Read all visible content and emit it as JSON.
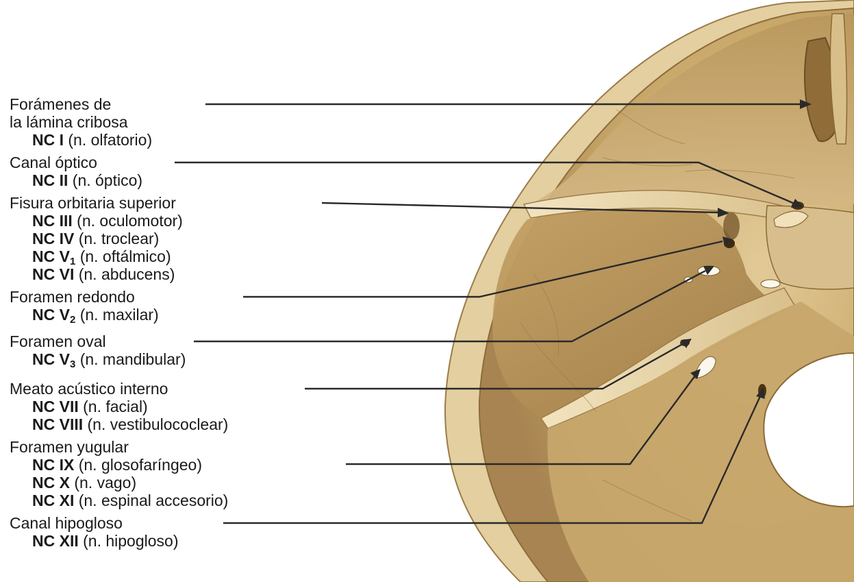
{
  "labels": {
    "cribriform": {
      "title_1": "Forámenes de",
      "title_2": "la lámina cribosa",
      "nerves": [
        {
          "cn": "NC I",
          "sub": "",
          "name": "(n. olfatorio)"
        }
      ]
    },
    "optic": {
      "title": "Canal óptico",
      "nerves": [
        {
          "cn": "NC II",
          "sub": "",
          "name": "(n. óptico)"
        }
      ]
    },
    "sof": {
      "title": "Fisura orbitaria superior",
      "nerves": [
        {
          "cn": "NC III",
          "sub": "",
          "name": "(n. oculomotor)"
        },
        {
          "cn": "NC IV",
          "sub": "",
          "name": "(n. troclear)"
        },
        {
          "cn": "NC V",
          "sub": "1",
          "name": "(n. oftálmico)"
        },
        {
          "cn": "NC VI",
          "sub": "",
          "name": "(n. abducens)"
        }
      ]
    },
    "rotundum": {
      "title": "Foramen redondo",
      "nerves": [
        {
          "cn": "NC V",
          "sub": "2",
          "name": "(n. maxilar)"
        }
      ]
    },
    "ovale": {
      "title": "Foramen oval",
      "nerves": [
        {
          "cn": "NC V",
          "sub": "3",
          "name": "(n. mandibular)"
        }
      ]
    },
    "iam": {
      "title": "Meato acústico interno",
      "nerves": [
        {
          "cn": "NC VII",
          "sub": "",
          "name": "(n. facial)"
        },
        {
          "cn": "NC VIII",
          "sub": "",
          "name": "(n. vestibulococlear)"
        }
      ]
    },
    "jugular": {
      "title": "Foramen yugular",
      "nerves": [
        {
          "cn": "NC IX",
          "sub": "",
          "name": "(n. glosofaríngeo)"
        },
        {
          "cn": "NC X",
          "sub": "",
          "name": "(n. vago)"
        },
        {
          "cn": "NC XI",
          "sub": "",
          "name": "(n. espinal accesorio)"
        }
      ]
    },
    "hypoglossal": {
      "title": "Canal hipogloso",
      "nerves": [
        {
          "cn": "NC XII",
          "sub": "",
          "name": "(n. hipogloso)"
        }
      ]
    }
  },
  "colors": {
    "bone_light": "#e9d6a6",
    "bone_mid": "#c9aa6e",
    "bone_dark": "#8a6a36",
    "leader_line": "#2a2a2a",
    "text": "#1a1a1a"
  }
}
